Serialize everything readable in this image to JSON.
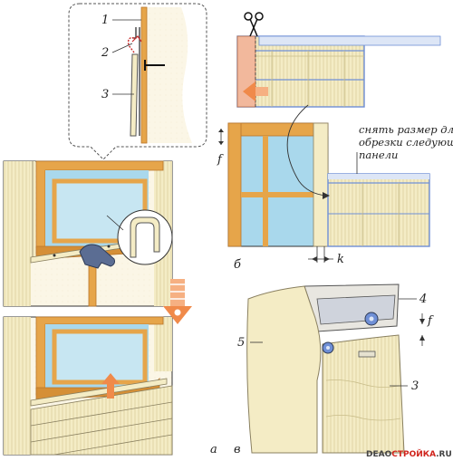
{
  "labels": {
    "part_1": "1",
    "part_2": "2",
    "part_3": "3",
    "part_4": "4",
    "part_5": "5",
    "part_3b": "3",
    "dim_f_top": "f",
    "dim_f_bottom": "f",
    "dim_k": "k",
    "panel_a": "а",
    "panel_b": "б",
    "panel_v": "в"
  },
  "annotation": {
    "line1": "снять размер для",
    "line2": "обрезки следующей",
    "line3": "панели"
  },
  "watermark": {
    "part1": "DEAO",
    "part2": "СТРОЙКА",
    "part3": ".RU"
  },
  "colors": {
    "wood": "#e6a54a",
    "wood_dark": "#b9752a",
    "glass": "#a9d8ec",
    "siding": "#f4ecc5",
    "siding_line": "#c9bd8a",
    "trim_blue": "#6f8fd6",
    "arrow_orange": "#f08a4a",
    "line": "#333333"
  },
  "icons": [
    "scissors-icon",
    "hammer-icon",
    "nail-icon",
    "arrow-down-icon",
    "arrow-up-icon",
    "arrow-left-icon"
  ]
}
